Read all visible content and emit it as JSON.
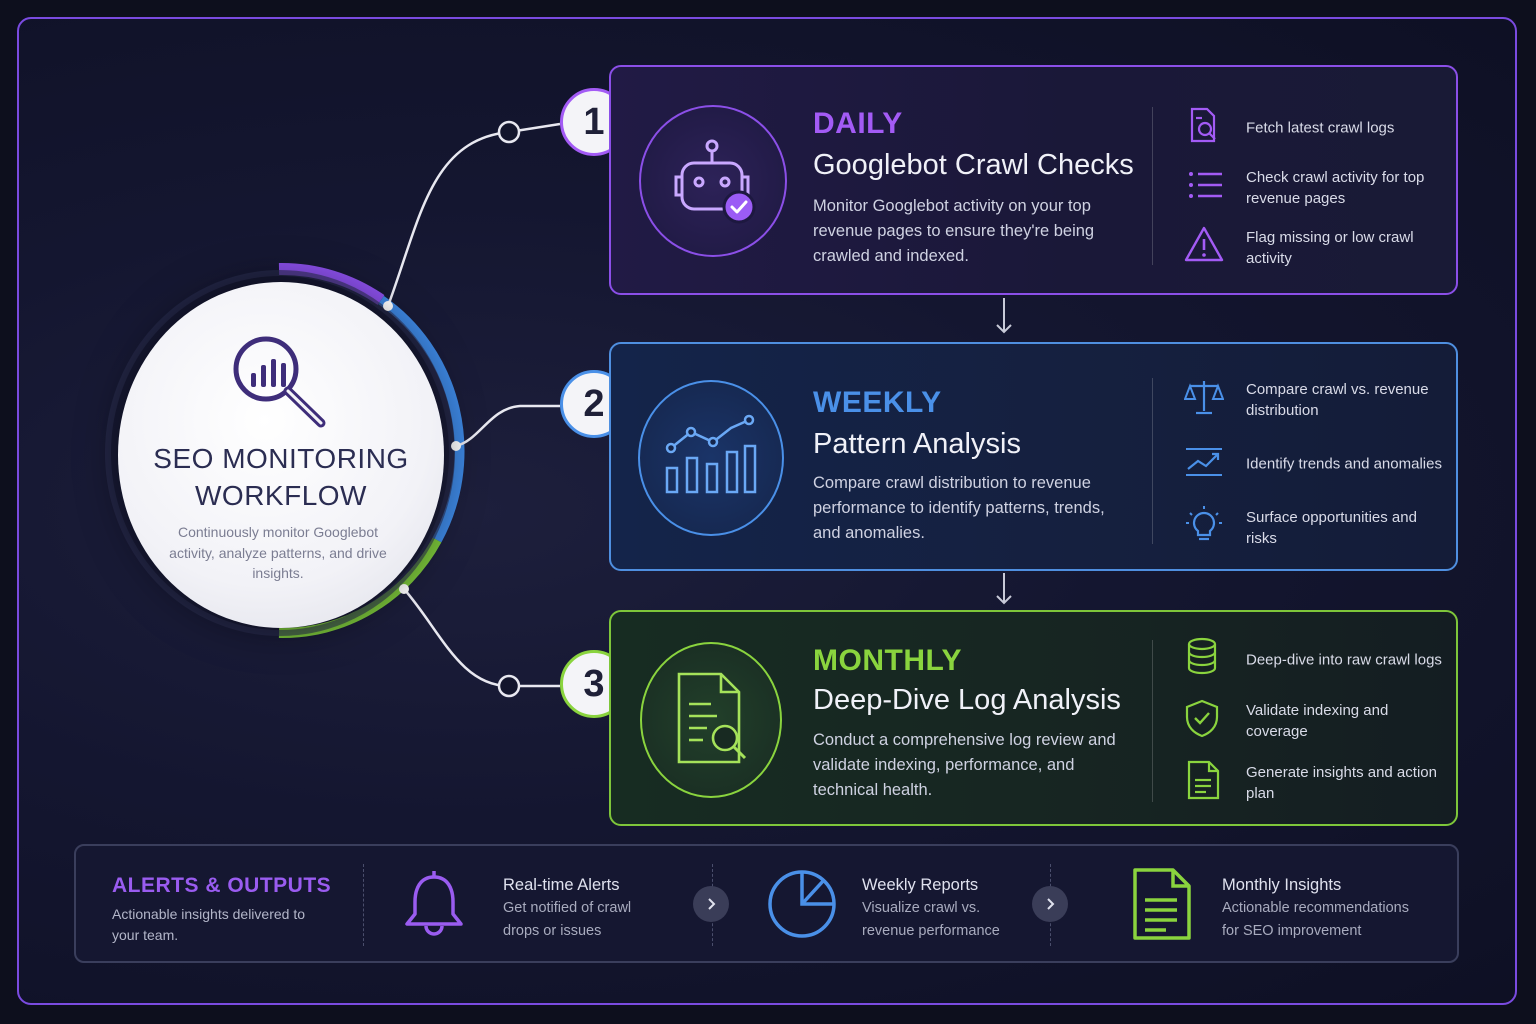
{
  "hub": {
    "title": "SEO MONITORING WORKFLOW",
    "description": "Continuously monitor Googlebot activity, analyze patterns, and drive insights.",
    "icon": "chart-magnifier-icon"
  },
  "stages": [
    {
      "number": "1",
      "frequency": "DAILY",
      "title": "Googlebot Crawl Checks",
      "description": "Monitor Googlebot activity on your top revenue pages to ensure they're being crawled and indexed.",
      "icon": "robot-check-icon",
      "accent": "#a35bf5",
      "tasks": [
        {
          "icon": "document-search-icon",
          "label": "Fetch latest crawl logs"
        },
        {
          "icon": "list-icon",
          "label": "Check crawl activity for top revenue pages"
        },
        {
          "icon": "warning-icon",
          "label": "Flag missing or low crawl activity"
        }
      ]
    },
    {
      "number": "2",
      "frequency": "WEEKLY",
      "title": "Pattern Analysis",
      "description": "Compare crawl distribution to revenue performance to identify patterns, trends, and anomalies.",
      "icon": "chart-trend-icon",
      "accent": "#4a90e8",
      "tasks": [
        {
          "icon": "scales-icon",
          "label": "Compare crawl vs. revenue distribution"
        },
        {
          "icon": "trend-line-icon",
          "label": "Identify trends and anomalies"
        },
        {
          "icon": "lightbulb-icon",
          "label": "Surface opportunities and risks"
        }
      ]
    },
    {
      "number": "3",
      "frequency": "MONTHLY",
      "title": "Deep-Dive Log Analysis",
      "description": "Conduct a comprehensive log review and validate indexing, performance, and technical health.",
      "icon": "log-document-search-icon",
      "accent": "#8ad43e",
      "tasks": [
        {
          "icon": "database-icon",
          "label": "Deep-dive into raw crawl logs"
        },
        {
          "icon": "shield-check-icon",
          "label": "Validate indexing and coverage"
        },
        {
          "icon": "document-icon",
          "label": "Generate insights and action plan"
        }
      ]
    }
  ],
  "alerts": {
    "title": "ALERTS & OUTPUTS",
    "subtitle": "Actionable insights delivered to your team.",
    "outputs": [
      {
        "icon": "bell-icon",
        "title": "Real-time Alerts",
        "description": "Get notified of crawl drops or issues"
      },
      {
        "icon": "pie-chart-icon",
        "title": "Weekly Reports",
        "description": "Visualize crawl vs. revenue performance"
      },
      {
        "icon": "report-document-icon",
        "title": "Monthly Insights",
        "description": "Actionable recommendations for SEO improvement"
      }
    ]
  },
  "colors": {
    "purple": "#a35bf5",
    "blue": "#4a90e8",
    "green": "#8ad43e",
    "frame": "#7a4be0"
  }
}
